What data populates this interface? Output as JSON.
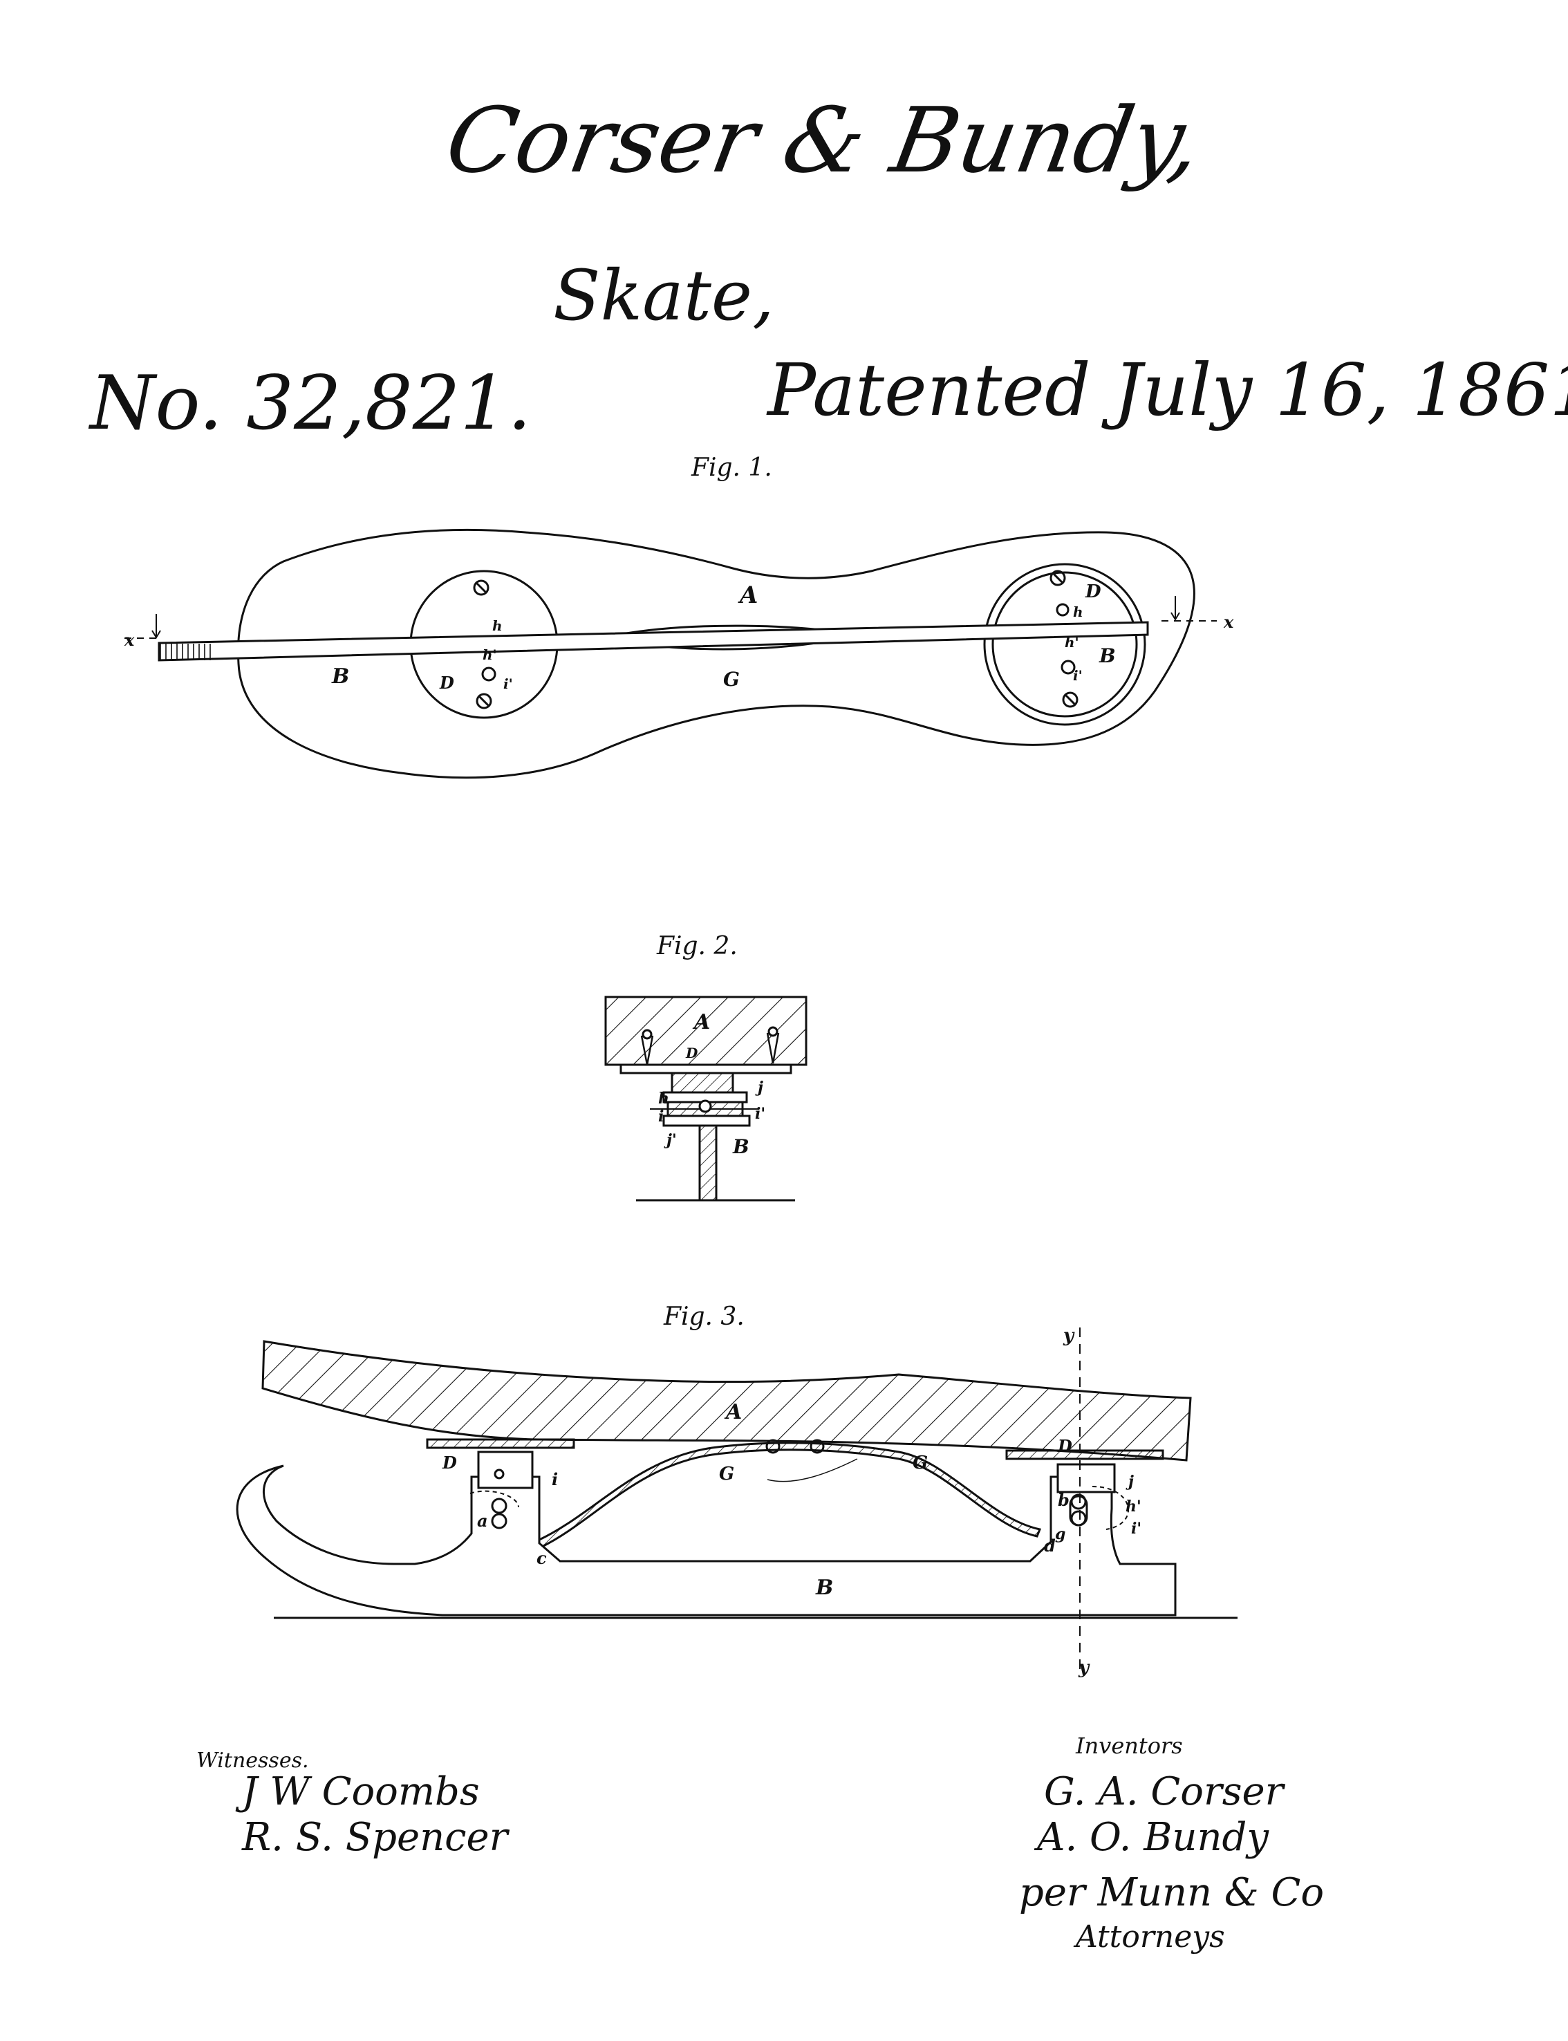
{
  "header": {
    "applicants": "Corser & Bundy,",
    "title": "Skate,",
    "patent_number": "No. 32,821.",
    "patent_date": "Patented July 16, 1861."
  },
  "figures": {
    "fig1": {
      "caption": "Fig. 1.",
      "labels": {
        "A": "A",
        "B": "B",
        "D": "D",
        "G": "G",
        "h": "h",
        "hp": "h'",
        "ip": "i'",
        "x": "x"
      }
    },
    "fig2": {
      "caption": "Fig. 2.",
      "labels": {
        "A": "A",
        "B": "B",
        "D": "D",
        "h": "h",
        "i": "i",
        "ip": "i'",
        "j": "j",
        "jp": "j'"
      }
    },
    "fig3": {
      "caption": "Fig. 3.",
      "labels": {
        "A": "A",
        "B": "B",
        "D": "D",
        "G": "G",
        "a": "a",
        "b": "b",
        "c": "c",
        "d": "d",
        "g": "g",
        "hp": "h'",
        "i": "i",
        "ip": "i'",
        "j": "j",
        "y": "y"
      }
    }
  },
  "witnesses": {
    "heading": "Witnesses.",
    "names": [
      "J W Coombs",
      "R. S. Spencer"
    ]
  },
  "inventors": {
    "heading": "Inventors",
    "names": [
      "G. A. Corser",
      "A. O. Bundy"
    ],
    "agent": "per Munn & Co",
    "agent_role": "Attorneys"
  }
}
